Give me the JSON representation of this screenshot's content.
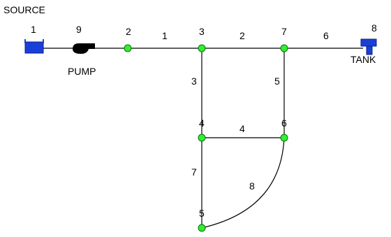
{
  "colors": {
    "background": "#ffffff",
    "pipe": "#000000",
    "junction_fill": "#33ee33",
    "junction_stroke": "#007700",
    "reservoir": "#1a3fd8",
    "tank": "#1a3fd8",
    "pump": "#000000"
  },
  "labels": {
    "source": "SOURCE",
    "pump": "PUMP",
    "tank": "TANK"
  },
  "nodes": [
    {
      "id": "1",
      "type": "reservoir"
    },
    {
      "id": "9",
      "type": "pump"
    },
    {
      "id": "2",
      "type": "junction"
    },
    {
      "id": "3",
      "type": "junction"
    },
    {
      "id": "7",
      "type": "junction"
    },
    {
      "id": "8",
      "type": "tank"
    },
    {
      "id": "4",
      "type": "junction"
    },
    {
      "id": "6",
      "type": "junction"
    },
    {
      "id": "5",
      "type": "junction"
    }
  ],
  "links": [
    {
      "id": "1",
      "from": "2",
      "to": "3"
    },
    {
      "id": "2",
      "from": "3",
      "to": "7"
    },
    {
      "id": "6",
      "from": "7",
      "to": "8"
    },
    {
      "id": "3",
      "from": "3",
      "to": "4"
    },
    {
      "id": "5",
      "from": "7",
      "to": "6"
    },
    {
      "id": "4",
      "from": "4",
      "to": "6"
    },
    {
      "id": "7",
      "from": "4",
      "to": "5"
    },
    {
      "id": "8",
      "from": "6",
      "to": "5"
    }
  ]
}
